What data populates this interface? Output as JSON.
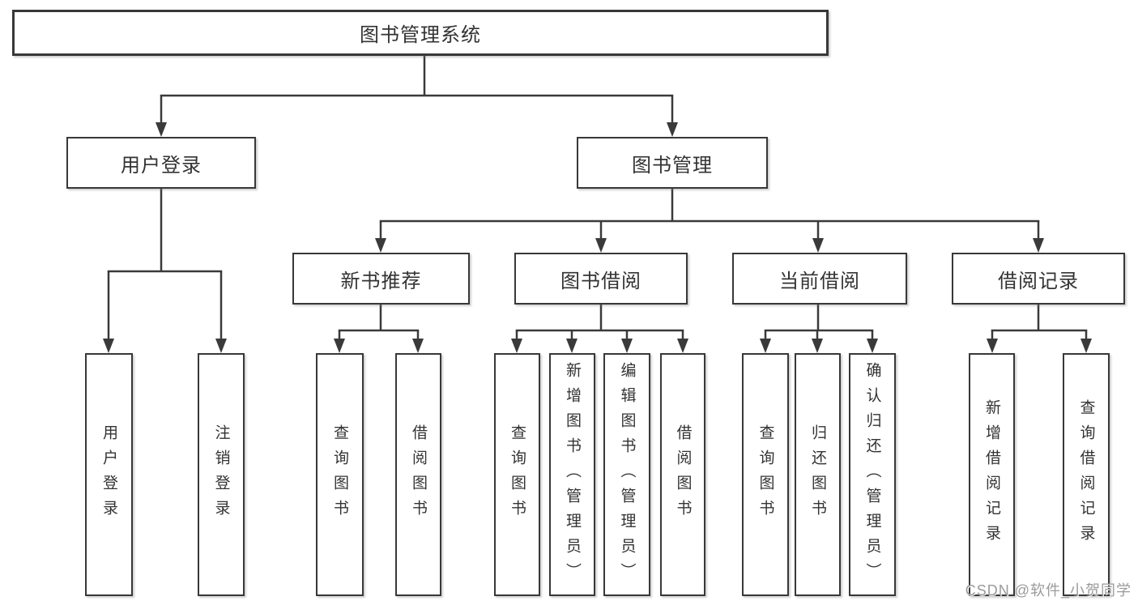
{
  "page": {
    "background_color": "#ffffff",
    "line_color": "#3a3a3a",
    "box_border_color": "#383838",
    "text_color": "#333333"
  },
  "diagram": {
    "tree": {
      "label": "图书管理系统",
      "children": [
        {
          "label": "用户登录",
          "children": [
            {
              "label": "用户登录"
            },
            {
              "label": "注销登录"
            }
          ]
        },
        {
          "label": "图书管理",
          "children": [
            {
              "label": "新书推荐",
              "children": [
                {
                  "label": "查询图书"
                },
                {
                  "label": "借阅图书"
                }
              ]
            },
            {
              "label": "图书借阅",
              "children": [
                {
                  "label": "查询图书"
                },
                {
                  "label": "新增图书（管理员）"
                },
                {
                  "label": "编辑图书（管理员）"
                },
                {
                  "label": "借阅图书"
                }
              ]
            },
            {
              "label": "当前借阅",
              "children": [
                {
                  "label": "查询图书"
                },
                {
                  "label": "归还图书"
                },
                {
                  "label": "确认归还（管理员）"
                }
              ]
            },
            {
              "label": "借阅记录",
              "children": [
                {
                  "label": "新增借阅记录"
                },
                {
                  "label": "查询借阅记录"
                }
              ]
            }
          ]
        }
      ]
    }
  },
  "watermark": {
    "text": "CSDN @软件_小贺同学",
    "color": "#9a9a9a"
  }
}
